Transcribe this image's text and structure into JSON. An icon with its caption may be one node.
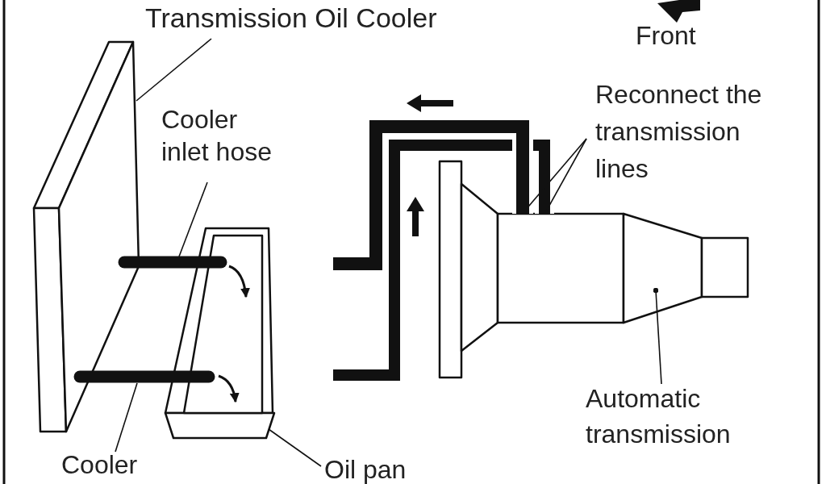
{
  "diagram": {
    "nodes": [
      {
        "text": [
          "Transmission Oil Cooler"
        ]
      },
      {
        "text": [],
        "shape": "box"
      },
      {
        "text": [
          "Cooler inlet hose"
        ]
      },
      {
        "text": [],
        "shape": "bar"
      },
      {
        "text": [
          "Cooler"
        ]
      },
      {
        "text": [],
        "shape": "bar"
      },
      {
        "text": [
          "Oil pan"
        ]
      },
      {
        "text": [],
        "shape": "box"
      },
      {
        "text": [
          "Reconnect the transmission lines"
        ]
      },
      {
        "text": [],
        "shape": "bar"
      },
      {
        "text": [],
        "shape": "bar"
      },
      {
        "text": [
          "Automatic transmission"
        ]
      },
      {
        "text": [],
        "shape": "box"
      }
    ],
    "edges": [
      {
        "from": 0,
        "to": 1,
        "arrow": "none"
      },
      {
        "from": 2,
        "to": 3,
        "arrow": "none"
      },
      {
        "from": 4,
        "to": 5,
        "arrow": "none"
      },
      {
        "from": 6,
        "to": 7,
        "arrow": "none"
      },
      {
        "from": 8,
        "to": 9,
        "arrow": "none"
      },
      {
        "from": 8,
        "to": 10,
        "arrow": "none"
      },
      {
        "from": 11,
        "to": 12,
        "arrow": "other"
      },
      {
        "from": 3,
        "to": 7,
        "arrow": "to"
      },
      {
        "from": 5,
        "to": 7,
        "arrow": "to"
      }
    ],
    "labels": [
      "Front"
    ]
  }
}
